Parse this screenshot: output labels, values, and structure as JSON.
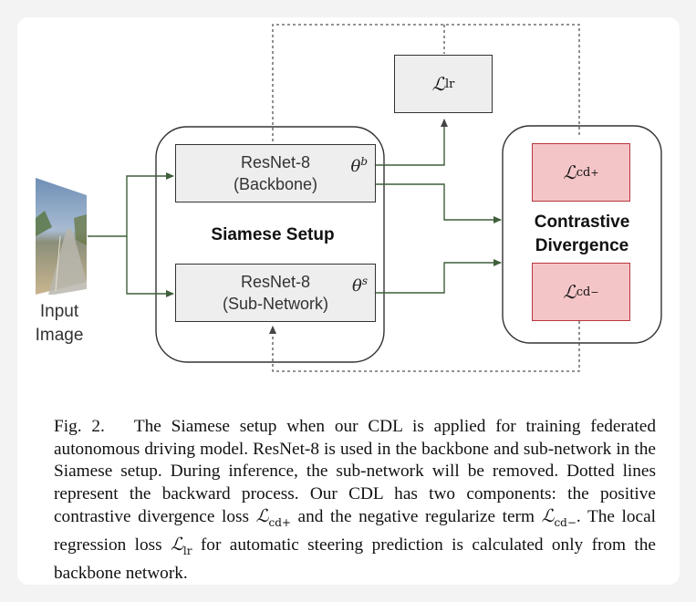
{
  "figure": {
    "input_label": "Input\nImage",
    "siamese_label": "Siamese Setup",
    "backbone": {
      "name": "ResNet-8",
      "sub": "(Backbone)",
      "theta": "θ",
      "theta_sup": "b"
    },
    "subnetwork": {
      "name": "ResNet-8",
      "sub": "(Sub-Network)",
      "theta": "θ",
      "theta_sup": "s"
    },
    "loss_lr": {
      "symbol": "ℒ",
      "subscript": "lr"
    },
    "cd_label": "Contrastive\nDivergence",
    "loss_cd_pos": {
      "symbol": "ℒ",
      "subscript": "cd",
      "sign": "+"
    },
    "loss_cd_neg": {
      "symbol": "ℒ",
      "subscript": "cd",
      "sign": "−"
    },
    "colors": {
      "forward_line": "#3f5f3a",
      "backward_line": "#555555",
      "cd_fill": "#f4c5c7",
      "cd_border": "#b8363e"
    }
  },
  "caption": {
    "prefix": "Fig. 2.",
    "part1": "The Siamese setup when our CDL is applied for training federated autonomous driving model. ResNet-8 is used in the backbone and sub-network in the Siamese setup. During inference, the sub-network will be removed. Dotted lines represent the backward process. Our CDL has two components: the positive contrastive divergence loss",
    "m1": "ℒ",
    "m1_sub": "cd+",
    "part2": "and the negative regularize term",
    "m2": "ℒ",
    "m2_sub": "cd−",
    "part3": ". The local regression loss",
    "m3": "ℒ",
    "m3_sub": "lr",
    "part4": "for automatic steering prediction is calculated only from the backbone network."
  }
}
